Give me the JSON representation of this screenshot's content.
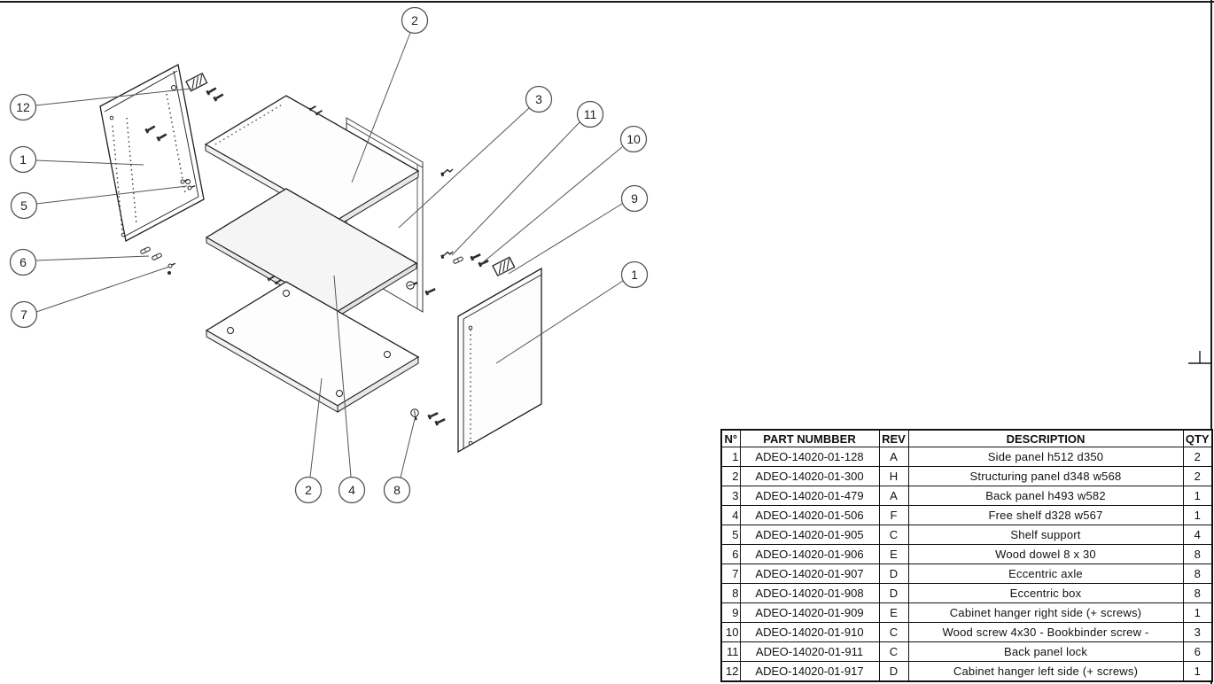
{
  "colors": {
    "ink": "#1f1f1f",
    "leader": "#555555",
    "shelf_shade": "#f5f5f5"
  },
  "balloons": [
    {
      "label": "2"
    },
    {
      "label": "12"
    },
    {
      "label": "1"
    },
    {
      "label": "5"
    },
    {
      "label": "6"
    },
    {
      "label": "7"
    },
    {
      "label": "3"
    },
    {
      "label": "11"
    },
    {
      "label": "10"
    },
    {
      "label": "9"
    },
    {
      "label": "1"
    },
    {
      "label": "2"
    },
    {
      "label": "4"
    },
    {
      "label": "8"
    }
  ],
  "parts_table": {
    "headers": {
      "no": "N°",
      "part_number": "PART NUMBBER",
      "rev": "REV",
      "description": "DESCRIPTION",
      "qty": "QTY"
    },
    "rows": [
      {
        "no": "1",
        "part_number": "ADEO-14020-01-128",
        "rev": "A",
        "description": "Side panel h512 d350",
        "qty": "2"
      },
      {
        "no": "2",
        "part_number": "ADEO-14020-01-300",
        "rev": "H",
        "description": "Structuring panel d348 w568",
        "qty": "2"
      },
      {
        "no": "3",
        "part_number": "ADEO-14020-01-479",
        "rev": "A",
        "description": "Back panel h493 w582",
        "qty": "1"
      },
      {
        "no": "4",
        "part_number": "ADEO-14020-01-506",
        "rev": "F",
        "description": "Free shelf d328 w567",
        "qty": "1"
      },
      {
        "no": "5",
        "part_number": "ADEO-14020-01-905",
        "rev": "C",
        "description": "Shelf support",
        "qty": "4"
      },
      {
        "no": "6",
        "part_number": "ADEO-14020-01-906",
        "rev": "E",
        "description": "Wood dowel 8 x 30",
        "qty": "8"
      },
      {
        "no": "7",
        "part_number": "ADEO-14020-01-907",
        "rev": "D",
        "description": "Eccentric axle",
        "qty": "8"
      },
      {
        "no": "8",
        "part_number": "ADEO-14020-01-908",
        "rev": "D",
        "description": "Eccentric box",
        "qty": "8"
      },
      {
        "no": "9",
        "part_number": "ADEO-14020-01-909",
        "rev": "E",
        "description": "Cabinet hanger right side (+ screws)",
        "qty": "1"
      },
      {
        "no": "10",
        "part_number": "ADEO-14020-01-910",
        "rev": "C",
        "description": "Wood screw 4x30 - Bookbinder screw -",
        "qty": "3"
      },
      {
        "no": "11",
        "part_number": "ADEO-14020-01-911",
        "rev": "C",
        "description": "Back panel lock",
        "qty": "6"
      },
      {
        "no": "12",
        "part_number": "ADEO-14020-01-917",
        "rev": "D",
        "description": "Cabinet hanger left side (+ screws)",
        "qty": "1"
      }
    ]
  }
}
